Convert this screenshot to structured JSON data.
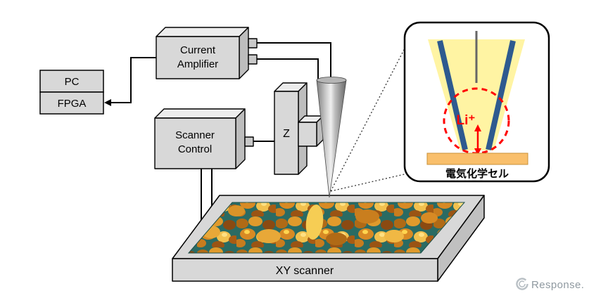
{
  "diagram": {
    "pc_box": {
      "label": "PC"
    },
    "fpga_box": {
      "label": "FPGA"
    },
    "current_amplifier": {
      "line1": "Current",
      "line2": "Amplifier"
    },
    "scanner_control": {
      "line1": "Scanner",
      "line2": "Control"
    },
    "z_stage": {
      "label": "Z"
    },
    "xy_scanner": {
      "label": "XY scanner"
    },
    "inset": {
      "ion_label": "Li⁺",
      "cell_label": "電気化学セル"
    },
    "colors": {
      "box_fill": "#d8d8d8",
      "box_top": "#ececec",
      "box_side": "#bdbdbd",
      "wire": "#000000",
      "pipette_blue": "#2e5a8f",
      "light_yellow": "#fff4a3",
      "electrode_orange": "#f9bf6b",
      "ion_red": "#ff0000",
      "sample_teal": "#2a6b63",
      "sample_gold": "#e09a2c"
    }
  },
  "watermark": {
    "text": "Response.",
    "icon": "swirl-logo"
  }
}
